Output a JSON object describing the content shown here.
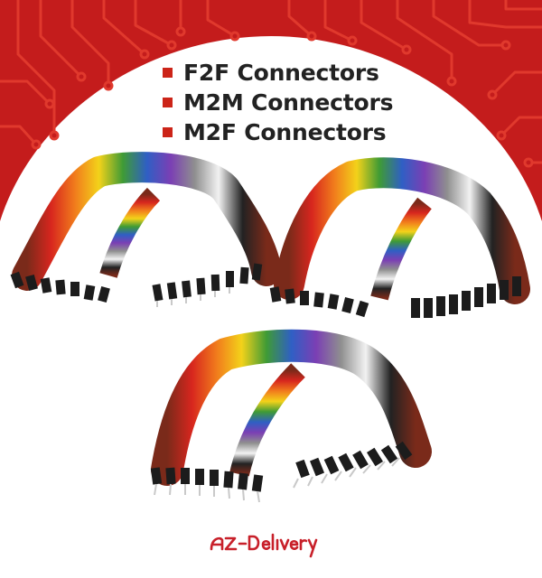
{
  "features": [
    "F2F Connectors",
    "M2M Connectors",
    "M2F Connectors"
  ],
  "brand": {
    "name": "AZ-Delivery",
    "color": "#c8202a"
  },
  "colors": {
    "banner_red": "#c41c1c",
    "trace_red": "#e0392d",
    "bullet_red": "#cc2418",
    "heading_text": "#222222"
  },
  "products": [
    {
      "kind": "jumper-cable-bundle",
      "connectors": "female-female"
    },
    {
      "kind": "jumper-cable-bundle",
      "connectors": "male-male"
    },
    {
      "kind": "jumper-cable-bundle",
      "connectors": "male-female"
    }
  ]
}
